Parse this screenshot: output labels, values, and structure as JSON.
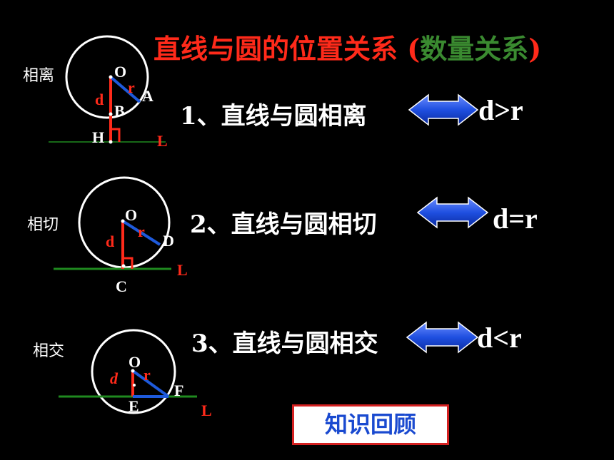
{
  "title": {
    "main": "直线与圆的位置关系 (",
    "sub": "数量关系",
    "close": ")"
  },
  "colors": {
    "title": "#ff2a1a",
    "subtitle": "#3a8a30",
    "radius": "#1e5adc",
    "distance": "#ff2a1a",
    "line_green": "#1f8a1f",
    "arrow": "#1a4ad0"
  },
  "cases": [
    {
      "label": "相离",
      "statement": "1、直线与圆相离",
      "relation": "d>r",
      "points": {
        "center": "O",
        "radius_end": "A",
        "intersection": "B",
        "foot": "H",
        "line": "L"
      },
      "segments": {
        "distance": "d",
        "radius": "r"
      }
    },
    {
      "label": "相切",
      "statement": "2、直线与圆相切",
      "relation": "d=r",
      "points": {
        "center": "O",
        "radius_end": "D",
        "foot": "C",
        "line": "L"
      },
      "segments": {
        "distance": "d",
        "radius": "r"
      }
    },
    {
      "label": "相交",
      "statement": "3、直线与圆相交",
      "relation": "d<r",
      "points": {
        "center": "O",
        "radius_end": "F",
        "foot": "E",
        "line": "L"
      },
      "segments": {
        "distance": "d",
        "radius": "r"
      }
    }
  ],
  "arrow_icon": "double-arrow-icon",
  "review_badge": "知识回顾"
}
